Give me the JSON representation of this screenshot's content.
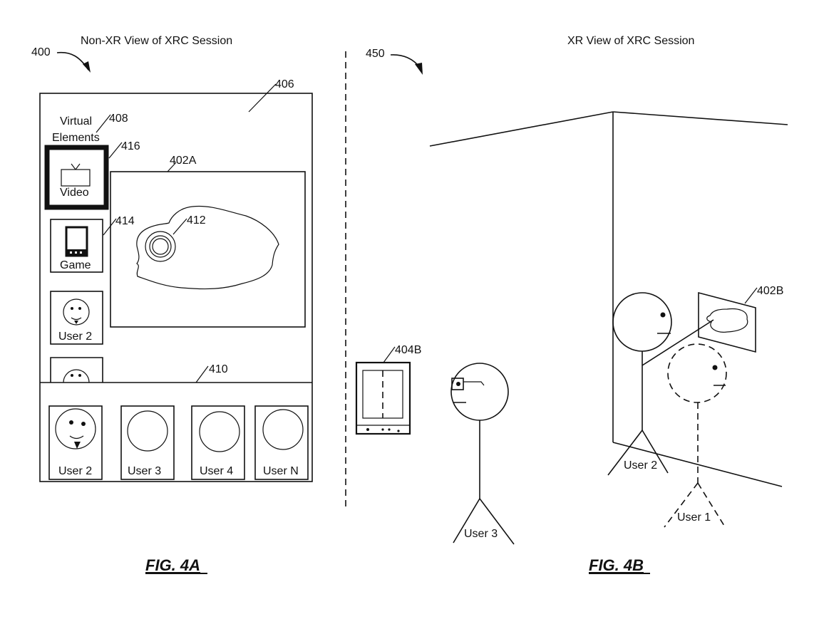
{
  "figure_4a": {
    "title": "Non-XR View of XRC Session",
    "ref_main": "400",
    "ref_window": "406",
    "ref_virtual_elements": "408",
    "virtual_elements_label_line1": "Virtual",
    "virtual_elements_label_line2": "Elements",
    "ref_selected_element": "416",
    "ref_game_element": "414",
    "ref_content_area": "402A",
    "ref_object": "412",
    "ref_user_bar": "410",
    "sidebar_items": [
      {
        "label": "Video",
        "icon": "tv-icon",
        "selected": true
      },
      {
        "label": "Game",
        "icon": "handheld-game-icon",
        "selected": false
      },
      {
        "label": "User 2",
        "icon": "smiley-face-icon",
        "selected": false
      },
      {
        "label": "",
        "icon": "smiley-face-icon",
        "selected": false
      }
    ],
    "user_tiles": [
      {
        "label": "User 2",
        "icon": "smiley-face-icon"
      },
      {
        "label": "User 3",
        "icon": "blank-avatar-icon"
      },
      {
        "label": "User 4",
        "icon": "blank-avatar-icon"
      },
      {
        "label": "User N",
        "icon": "blank-avatar-icon"
      }
    ],
    "caption": "FIG. 4A"
  },
  "figure_4b": {
    "title": "XR View of XRC Session",
    "ref_main": "450",
    "ref_device": "404B",
    "ref_virtual_object": "402B",
    "users": [
      {
        "label": "User 3",
        "style": "solid",
        "wears": "headset"
      },
      {
        "label": "User 2",
        "style": "solid",
        "wears": "none"
      },
      {
        "label": "User 1",
        "style": "dashed",
        "wears": "none"
      }
    ],
    "caption": "FIG. 4B"
  }
}
